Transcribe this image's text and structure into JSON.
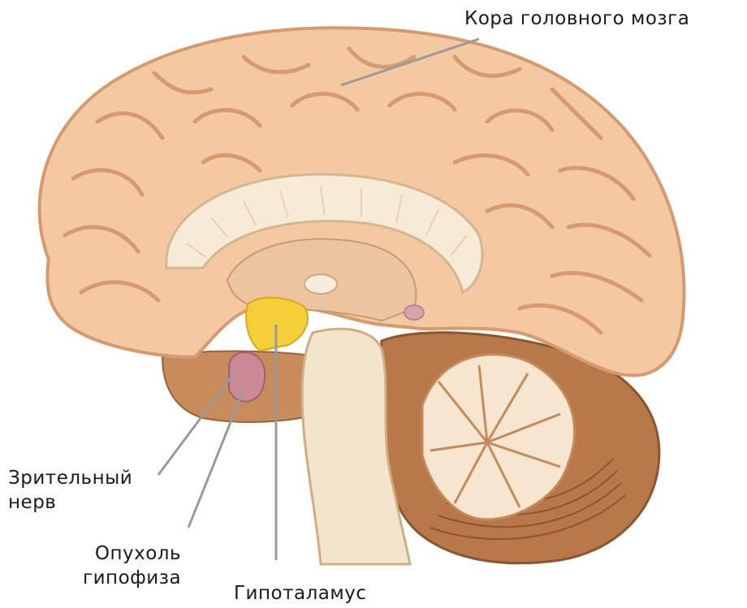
{
  "labels": {
    "cortex": "Кора головного мозга",
    "optic_nerve_line1": "Зрительный",
    "optic_nerve_line2": "нерв",
    "tumor_line1": "Опухоль",
    "tumor_line2": "гипофиза",
    "hypothalamus": "Гипоталамус"
  },
  "colors": {
    "cortex_fill": "#f4c9a2",
    "cortex_dark": "#d59a6e",
    "inner_light": "#f7ead7",
    "brainstem": "#f3e5cc",
    "cerebellum_dark": "#b9784a",
    "hypothalamus_yellow": "#f5cf3a",
    "pituitary_pink": "#c98a96",
    "leader_line": "#9a9a9a"
  }
}
